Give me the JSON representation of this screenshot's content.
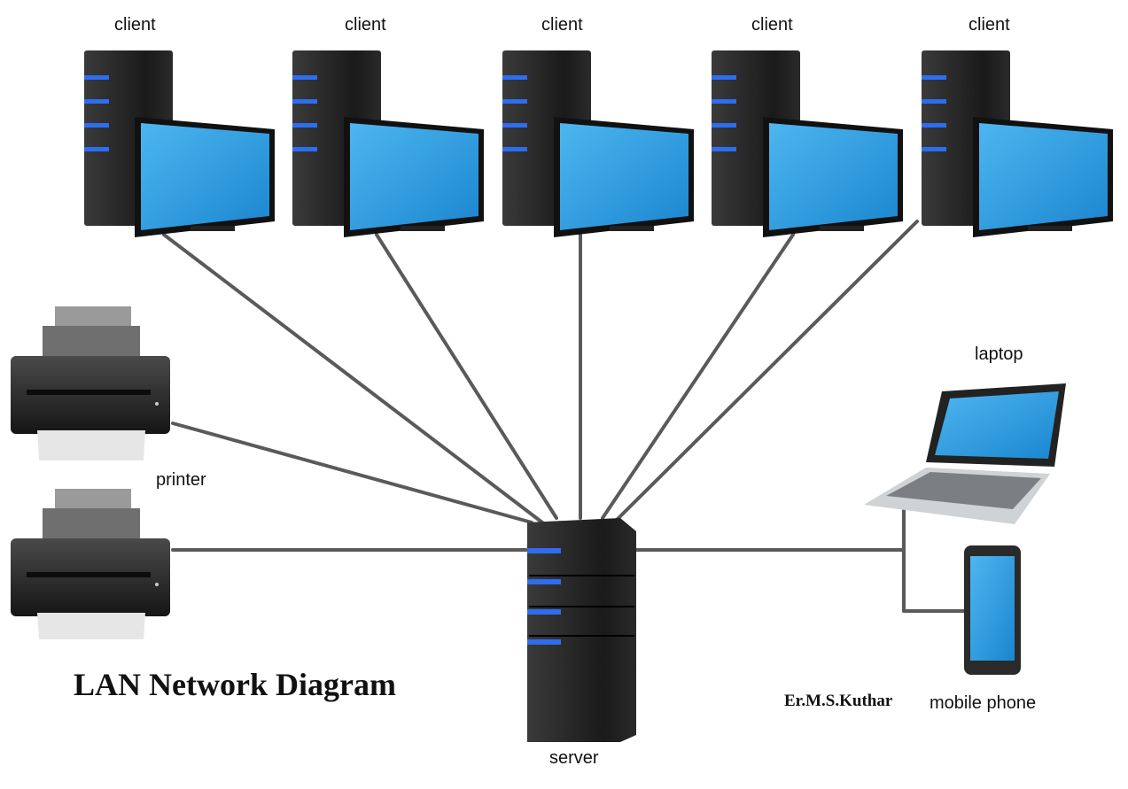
{
  "title": "LAN Network Diagram",
  "credit": "Er.M.S.Kuthar",
  "labels": {
    "client": "client",
    "printer": "printer",
    "server": "server",
    "laptop": "laptop",
    "mobile": "mobile phone"
  },
  "colors": {
    "screen": "#2a9ae0",
    "tower": "#1c1c1c",
    "led": "#2d6df0",
    "cable": "#555555"
  }
}
